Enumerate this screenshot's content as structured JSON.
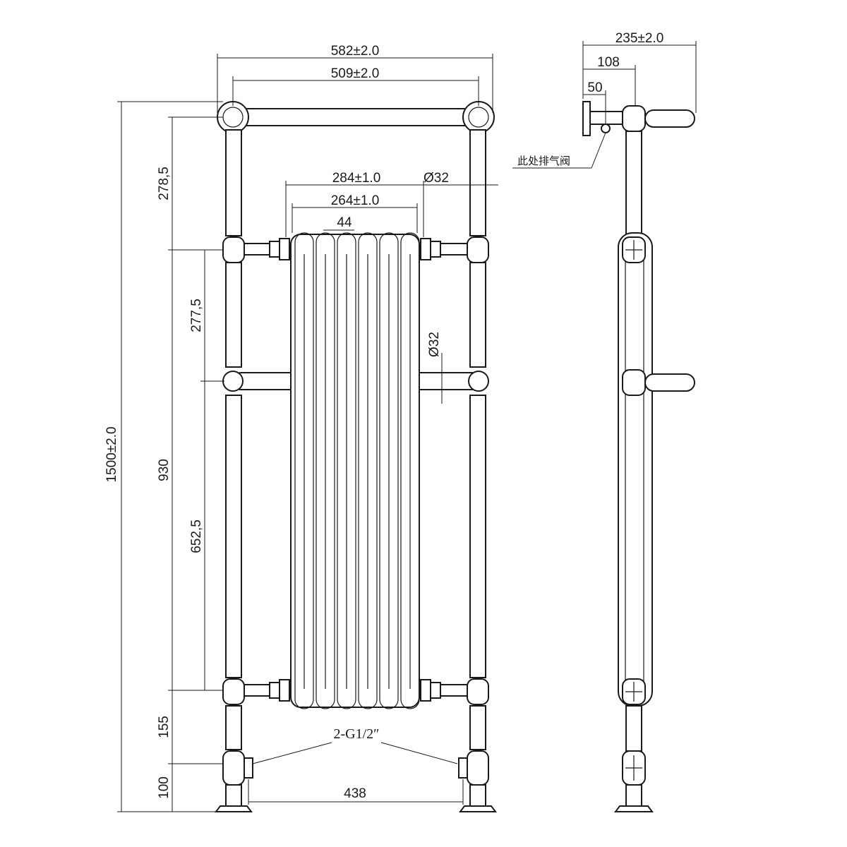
{
  "dimensions": {
    "overall_width": "582±2.0",
    "inner_width": "509±2.0",
    "radiator_outer_width": "284±1.0",
    "radiator_inner_width": "264±1.0",
    "column_pitch": "44",
    "pipe_diameter_top": "Ø32",
    "pipe_diameter_middle": "Ø32",
    "overall_height": "1500±2.0",
    "top_rail_to_radiator": "278,5",
    "radiator_height": "930",
    "upper_section": "277,5",
    "lower_section": "652,5",
    "lower_connection": "155",
    "foot_height": "100",
    "connection_spacing": "438",
    "connection_thread": "2-G1/2″",
    "side_depth_total": "235±2.0",
    "side_depth_mid": "108",
    "side_depth_wall": "50",
    "bleed_valve_note": "此处排气阀"
  }
}
